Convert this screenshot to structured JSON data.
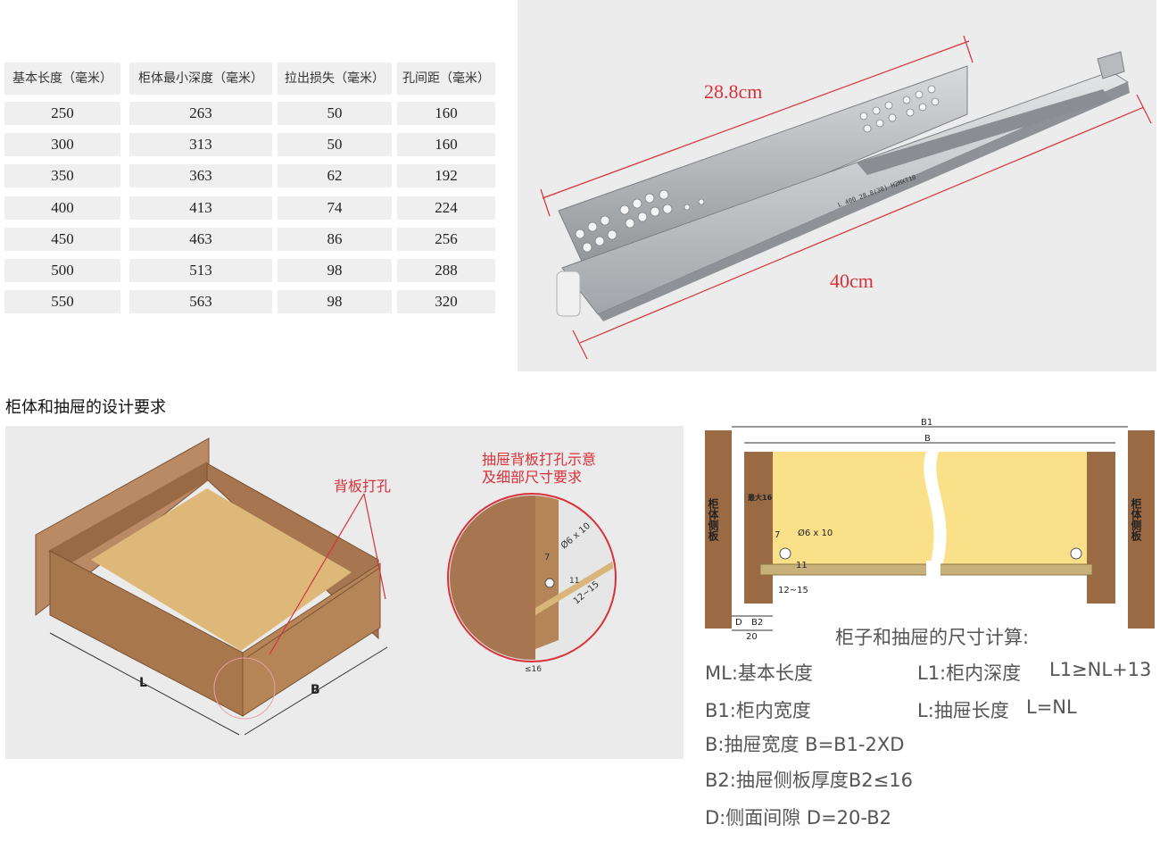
{
  "spec_table": {
    "headers": [
      "基本长度（毫米）",
      "柜体最小深度（毫米）",
      "拉出损失（毫米）",
      "孔间距（毫米）"
    ],
    "rows": [
      [
        "250",
        "263",
        "50",
        "160"
      ],
      [
        "300",
        "313",
        "50",
        "160"
      ],
      [
        "350",
        "363",
        "62",
        "192"
      ],
      [
        "400",
        "413",
        "74",
        "224"
      ],
      [
        "450",
        "463",
        "86",
        "256"
      ],
      [
        "500",
        "513",
        "98",
        "288"
      ],
      [
        "550",
        "563",
        "98",
        "320"
      ]
    ]
  },
  "photo": {
    "dim_top": "28.8cm",
    "dim_bottom": "40cm",
    "rail_marking": "L 400 28.8(30) H2MXT10"
  },
  "section_title": "柜体和抽屉的设计要求",
  "drawer_diagram": {
    "back_hole_label": "背板打孔",
    "detail_title_1": "抽屉背板打孔示意",
    "detail_title_2": "及细部尺寸要求",
    "dim_L": "L",
    "dim_B": "B",
    "detail_dim_7": "7",
    "detail_dim_hole": "Ø6 x 10",
    "detail_dim_11": "11",
    "detail_dim_12_15": "12~15",
    "detail_dim_16": "≤16"
  },
  "cabinet_diagram": {
    "B1": "B1",
    "B": "B",
    "side_left": "柜体侧板",
    "side_right": "柜体侧板",
    "max16": "最大16",
    "hole": "Ø6 x 10",
    "dim_7": "7",
    "dim_11": "11",
    "dim_12_15": "12~15",
    "dim_D": "D",
    "dim_B2": "B2",
    "dim_20": "20",
    "title": "柜子和抽屉的尺寸计算:"
  },
  "formulas": {
    "ml": "ML:基本长度",
    "l1": "L1:柜内深度",
    "l1_rule": "L1≥NL+13",
    "b1": "B1:柜内宽度",
    "l": "L:抽屉长度",
    "l_rule": "L=NL",
    "b": "B:抽屉宽度 B=B1-2XD",
    "b2": "B2:抽屉侧板厚度B2≤16",
    "d": "D:侧面间隙  D=20-B2"
  },
  "colors": {
    "accent_red": "#d8313a",
    "table_cell": "#efefef",
    "wood_dark": "#9a6a45",
    "wood_light": "#d9b57a",
    "drawer_yellow": "#fbe08a"
  }
}
